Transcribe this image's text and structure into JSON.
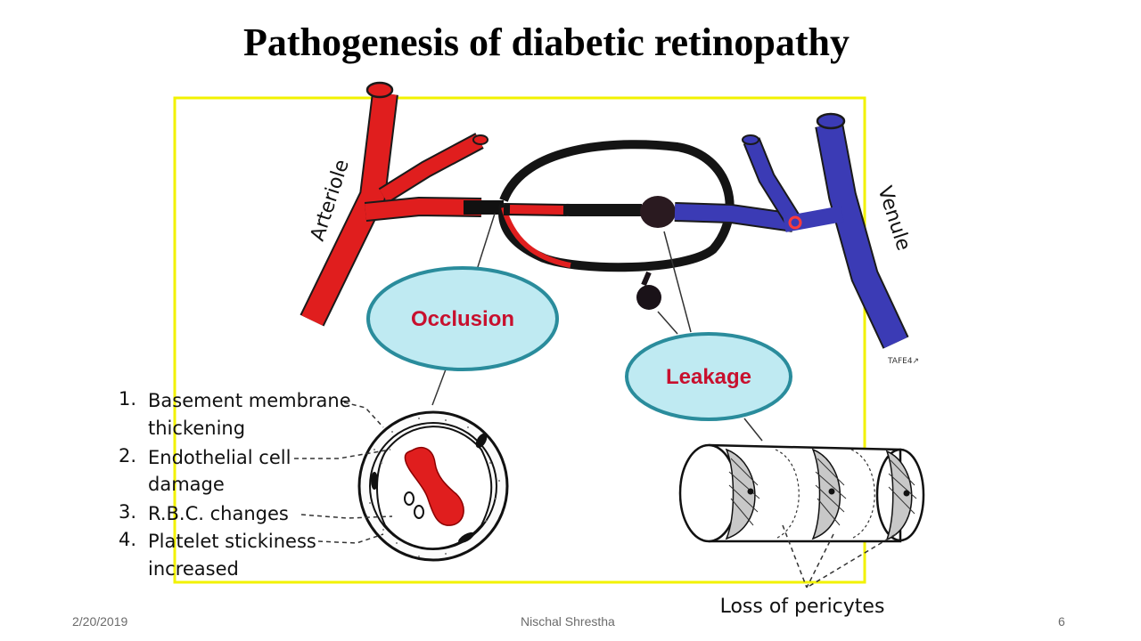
{
  "slide": {
    "title": "Pathogenesis of diabetic retinopathy"
  },
  "diagram": {
    "vessels": {
      "arteriole_label": "Arteriole",
      "venule_label": "Venule",
      "signature": "TAFE4↗"
    },
    "callouts": {
      "occlusion": "Occlusion",
      "leakage": "Leakage"
    },
    "factors": [
      {
        "number": "1.",
        "line1": "Basement membrane",
        "line2": "thickening"
      },
      {
        "number": "2.",
        "line1": "Endothelial cell",
        "line2": "damage"
      },
      {
        "number": "3.",
        "line1": "R.B.C. changes",
        "line2": ""
      },
      {
        "number": "4.",
        "line1": "Platelet stickiness",
        "line2": "increased"
      }
    ],
    "pericyte_label": "Loss of pericytes",
    "colors": {
      "arteriole": "#e01e1e",
      "venule": "#3b3bb5",
      "callout_fill": "#bfeaf2",
      "callout_stroke": "#2a8c9c",
      "callout_text": "#c8102e",
      "highlight_box": "#f2f200",
      "pointer": "#ff3b3b"
    }
  },
  "footer": {
    "date": "2/20/2019",
    "author": "Nischal Shrestha",
    "page": "6"
  }
}
